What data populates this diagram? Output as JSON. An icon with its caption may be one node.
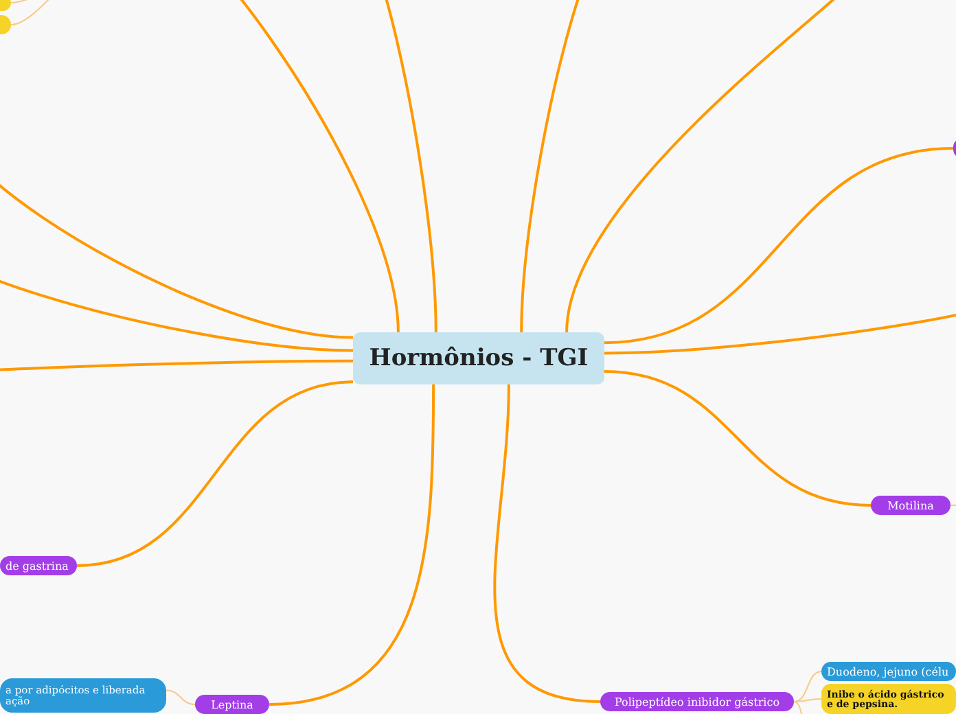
{
  "diagram": {
    "nodes": [
      {
        "text": [
          "Hormônios - TGI"
        ]
      },
      {
        "text": [
          "de gastrina"
        ]
      },
      {
        "text": [
          "Motilina"
        ]
      },
      {
        "text": [
          "Polipeptídeo inibidor gástrico"
        ]
      },
      {
        "text": [
          "Duodeno, jejuno (célu"
        ]
      },
      {
        "text": [
          "Inibe o ácido gástrico e de pepsina."
        ]
      },
      {
        "text": [
          "Leptina"
        ]
      },
      {
        "text": [
          "a por adipócitos e liberada ação"
        ]
      },
      {
        "text": [],
        "shape": "box"
      },
      {
        "text": [],
        "shape": "box"
      },
      {
        "text": [],
        "shape": "box"
      }
    ],
    "edges": [
      {
        "from": 0,
        "to": null,
        "arrow": "none"
      },
      {
        "from": 0,
        "to": null,
        "arrow": "none"
      },
      {
        "from": 0,
        "to": null,
        "arrow": "none"
      },
      {
        "from": 0,
        "to": null,
        "arrow": "none"
      },
      {
        "from": 0,
        "to": 10,
        "arrow": "none"
      },
      {
        "from": 0,
        "to": null,
        "arrow": "none"
      },
      {
        "from": 0,
        "to": 2,
        "arrow": "none"
      },
      {
        "from": 0,
        "to": 3,
        "arrow": "none"
      },
      {
        "from": 3,
        "to": 4,
        "arrow": "none",
        "color": "#f7c98a"
      },
      {
        "from": 3,
        "to": 5,
        "arrow": "none",
        "color": "#f7c98a"
      },
      {
        "from": 3,
        "to": null,
        "arrow": "none",
        "color": "#f7c98a"
      },
      {
        "from": 2,
        "to": null,
        "arrow": "none",
        "color": "#f7c98a"
      },
      {
        "from": 0,
        "to": 6,
        "arrow": "none"
      },
      {
        "from": 6,
        "to": 7,
        "arrow": "none",
        "color": "#f7c98a"
      },
      {
        "from": 0,
        "to": 1,
        "arrow": "none"
      },
      {
        "from": 0,
        "to": null,
        "arrow": "none"
      },
      {
        "from": 0,
        "to": null,
        "arrow": "none"
      },
      {
        "from": 0,
        "to": null,
        "arrow": "none"
      },
      {
        "from": null,
        "to": 8,
        "arrow": "none",
        "color": "#f7c98a"
      },
      {
        "from": null,
        "to": 9,
        "arrow": "none",
        "color": "#f7c98a"
      }
    ]
  }
}
